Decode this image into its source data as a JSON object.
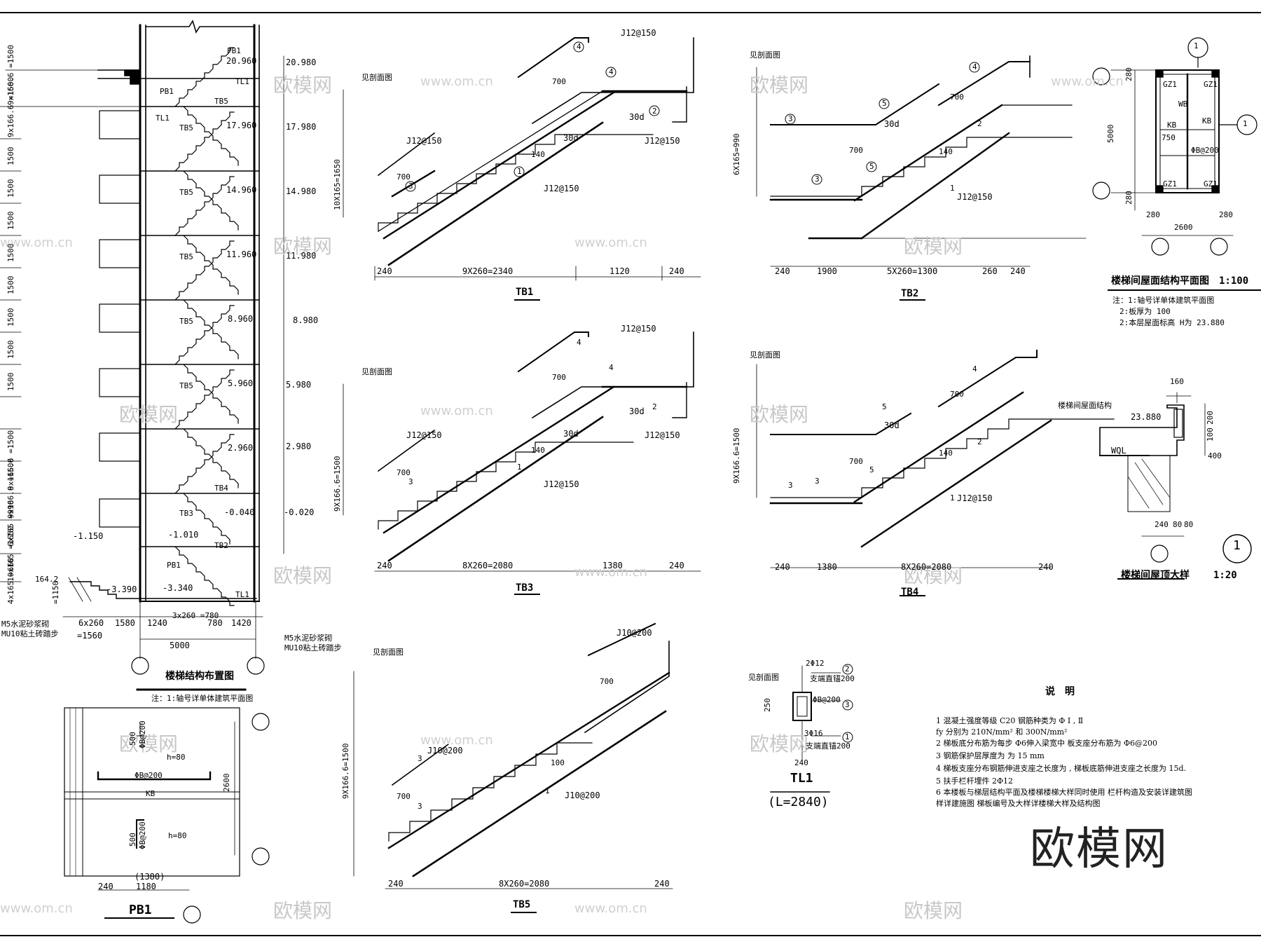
{
  "watermark": {
    "brand": "欧模网",
    "domain": "www.om.cn"
  },
  "elevation": {
    "title": "楼梯结构布置图",
    "note": "注：1:轴号详单体建筑平面图",
    "levels_left": [
      "20.960",
      "17.960",
      "14.960",
      "11.960",
      "8.960",
      "5.960",
      "2.960",
      "-0.040",
      "-1.010",
      "-3.340"
    ],
    "levels_right": [
      "20.980",
      "17.980",
      "14.980",
      "11.980",
      "8.980",
      "5.980",
      "2.980",
      "-0.020"
    ],
    "other_levels": [
      "-1.150",
      "-3.390",
      "164.2"
    ],
    "left_dims": [
      "9x166.6 =1500",
      "9x166.6 =1500",
      "1500",
      "1500",
      "1500",
      "1500",
      "1500",
      "1500",
      "1500",
      "1500",
      "9x166.6 =1500",
      "9x166.6 =1500",
      "6x165 =990",
      "10x165 =1650",
      "4x165 =660",
      "=1150"
    ],
    "bottom_dims": [
      "6x260",
      "=1560",
      "1580",
      "1240",
      "3x260 =780",
      "780",
      "1420",
      "5000"
    ],
    "labels": [
      "PB1",
      "TL1",
      "TB5",
      "TB4",
      "TB3",
      "TB2"
    ],
    "foot_left": [
      "M5水泥砂浆砌",
      "MU10粘土砖踏步"
    ],
    "foot_right": [
      "M5水泥砂浆砌",
      "MU10粘土砖踏步"
    ]
  },
  "tb1": {
    "title": "TB1",
    "section_ref": "见剖面图",
    "height": "10X165=1650",
    "rebar": [
      "J12@150",
      "J12@150",
      "J12@150",
      "J12@150",
      "700",
      "700",
      "30d",
      "30d",
      "140"
    ],
    "bubbles": [
      "1",
      "2",
      "3",
      "4",
      "4"
    ],
    "dims": [
      "240",
      "9X260=2340",
      "1120",
      "240"
    ]
  },
  "tb2": {
    "title": "TB2",
    "section_ref": "见剖面图",
    "height": "6X165=990",
    "rebar": [
      "J12@150",
      "700",
      "700",
      "30d",
      "140"
    ],
    "bubbles": [
      "1",
      "2",
      "3",
      "3",
      "4",
      "5",
      "5"
    ],
    "dims": [
      "240",
      "1900",
      "5X260=1300",
      "260",
      "240"
    ]
  },
  "tb3": {
    "title": "TB3",
    "section_ref": "见剖面图",
    "height": "9X166.6=1500",
    "rebar": [
      "J12@150",
      "J12@150",
      "J12@150",
      "J12@150",
      "700",
      "700",
      "30d",
      "30d",
      "140"
    ],
    "bubbles": [
      "1",
      "2",
      "3",
      "4",
      "4"
    ],
    "dims": [
      "240",
      "8X260=2080",
      "1380",
      "240"
    ]
  },
  "tb4": {
    "title": "TB4",
    "section_ref": "见剖面图",
    "height": "9X166.6=1500",
    "rebar": [
      "J12@150",
      "700",
      "700",
      "30d",
      "140"
    ],
    "bubbles": [
      "1",
      "2",
      "3",
      "3",
      "4",
      "5",
      "5"
    ],
    "dims": [
      "240",
      "1380",
      "8X260=2080",
      "240"
    ]
  },
  "tb5": {
    "title": "TB5",
    "section_ref": "见剖面图",
    "height": "9X166.6=1500",
    "rebar": [
      "J10@200",
      "J10@200",
      "J10@200",
      "700",
      "700",
      "100"
    ],
    "bubbles": [
      "1",
      "3",
      "3"
    ],
    "dims": [
      "240",
      "8X260=2080",
      "240"
    ]
  },
  "roof_plan": {
    "title": "楼梯间屋面结构平面图",
    "scale": "1:100",
    "notes": [
      "注：1:轴号详单体建筑平面图",
      "2:板厚为  100",
      "2:本层屋面标高       H为 23.880"
    ],
    "dims": [
      "280",
      "5000",
      "280",
      "280",
      "2600",
      "280",
      "750"
    ],
    "labels": [
      "GZ1",
      "GZ1",
      "GZ1",
      "GZ1",
      "KB",
      "KB",
      "WB",
      "ΦB@200"
    ],
    "section_mark": "1"
  },
  "roof_detail": {
    "title": "楼梯间屋顶大样",
    "scale": "1:20",
    "labels": [
      "楼梯间屋面结构",
      "23.880",
      "WQL"
    ],
    "dims": [
      "160",
      "200",
      "100",
      "400",
      "240",
      "80",
      "80"
    ],
    "bubble": "1"
  },
  "pb1": {
    "title": "PB1",
    "dims": [
      "2600",
      "(1380)",
      "240",
      "1180"
    ],
    "labels": [
      "h=80",
      "ΦB@200",
      "KB",
      "h=80",
      "500",
      "ΦB@200",
      "500",
      "ΦB@200"
    ]
  },
  "tl1": {
    "title": "TL1",
    "length": "(L=2840)",
    "section_ref": "见剖面图",
    "labels": [
      "2Φ12",
      "2",
      "支端直锚200",
      "ΦB@200",
      "3",
      "3Φ16",
      "1",
      "支端直锚200",
      "250",
      "240"
    ]
  },
  "notes": {
    "heading": "说　明",
    "items": [
      "1   混凝土强度等级      C20  钢筋种类为      Φ  I  , Ⅱ",
      "     fy  分别为   210N/mm²  和  300N/mm²",
      "2   梯板底分布筋为每步       Φ6伸入梁宽中 板支座分布筋为        Φ6@200",
      "3   钢筋保护层厚度为      为  15 mm",
      "4   梯板支座分布钢筋伸进支座之长度为        ,  梯板底筋伸进支座之长度为           15d.",
      "5   扶手栏杆埋件        2Φ12",
      "6   本楼板与梯层结构平面及楼梯楼梯大样同时使用     栏杆构造及安装详建筑图",
      "     样详建施图    梯板编号及大样详楼梯大样及结构图"
    ]
  }
}
